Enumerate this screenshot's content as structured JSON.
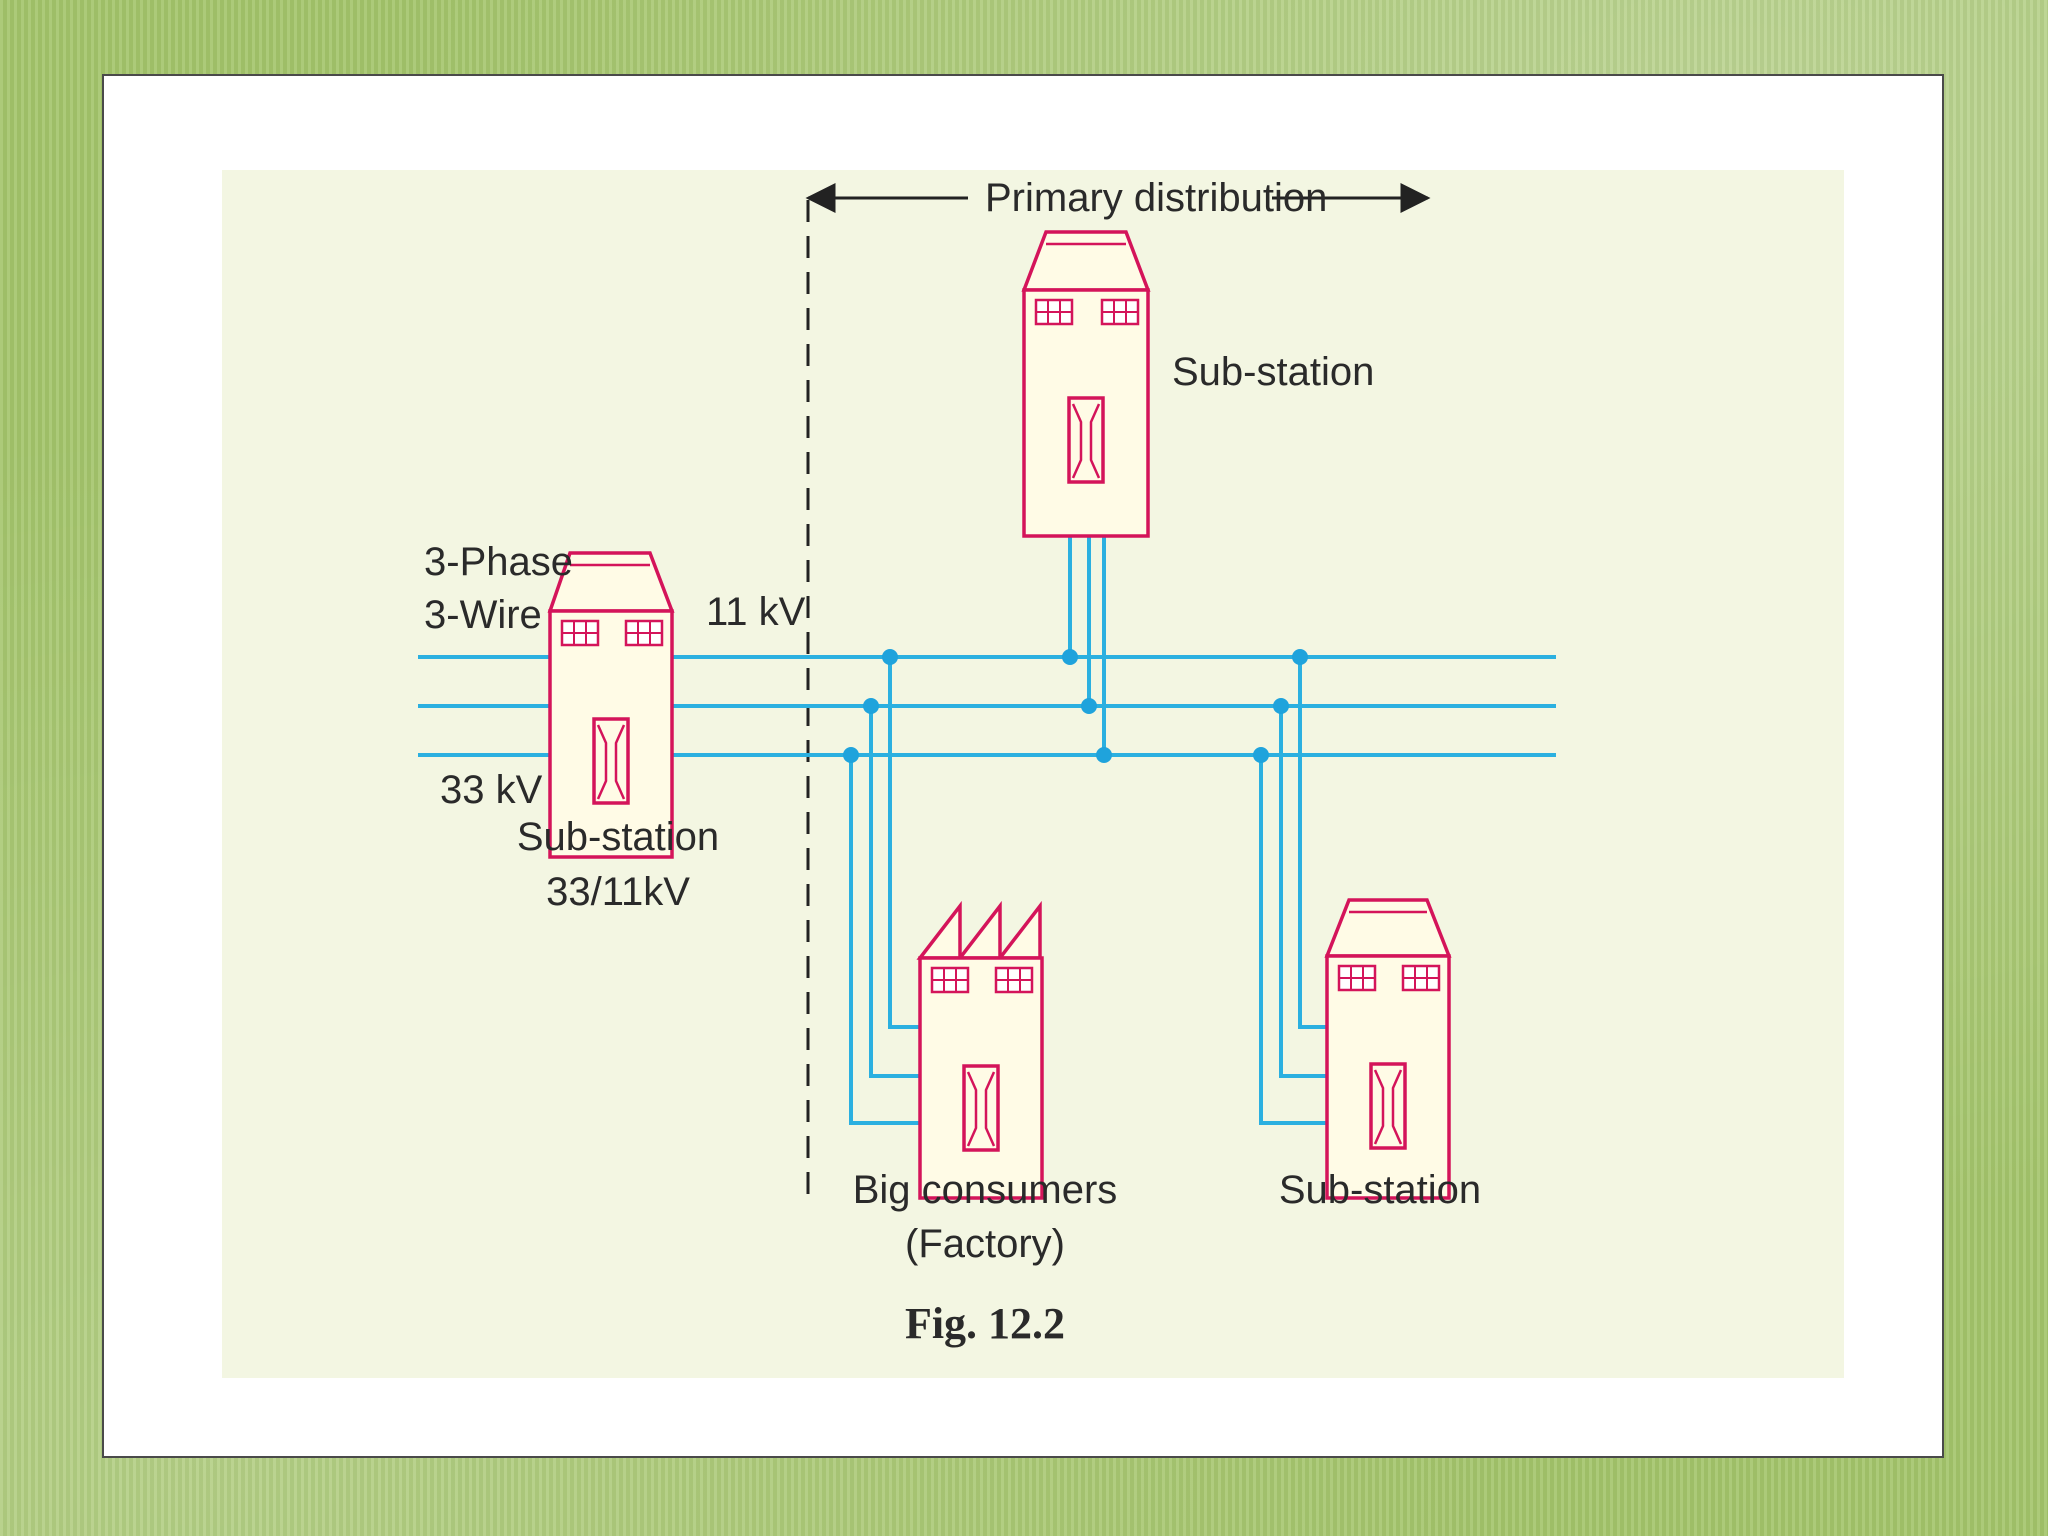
{
  "figure": {
    "header_label": "Primary distribution",
    "caption": "Fig. 12.2"
  },
  "labels": {
    "phase_line1": "3-Phase",
    "phase_line2": "3-Wire",
    "kv_33": "33 kV",
    "kv_11": "11 kV",
    "main_substation_line1": "Sub-station",
    "main_substation_line2": "33/11kV",
    "top_substation": "Sub-station",
    "factory_line1": "Big consumers",
    "factory_line2": "(Factory)",
    "right_substation": "Sub-station"
  },
  "colors": {
    "wire": "#2bb0e0",
    "building_outline": "#d4145a",
    "building_fill": "#fffbe6",
    "figure_background": "#f3f6e2"
  }
}
